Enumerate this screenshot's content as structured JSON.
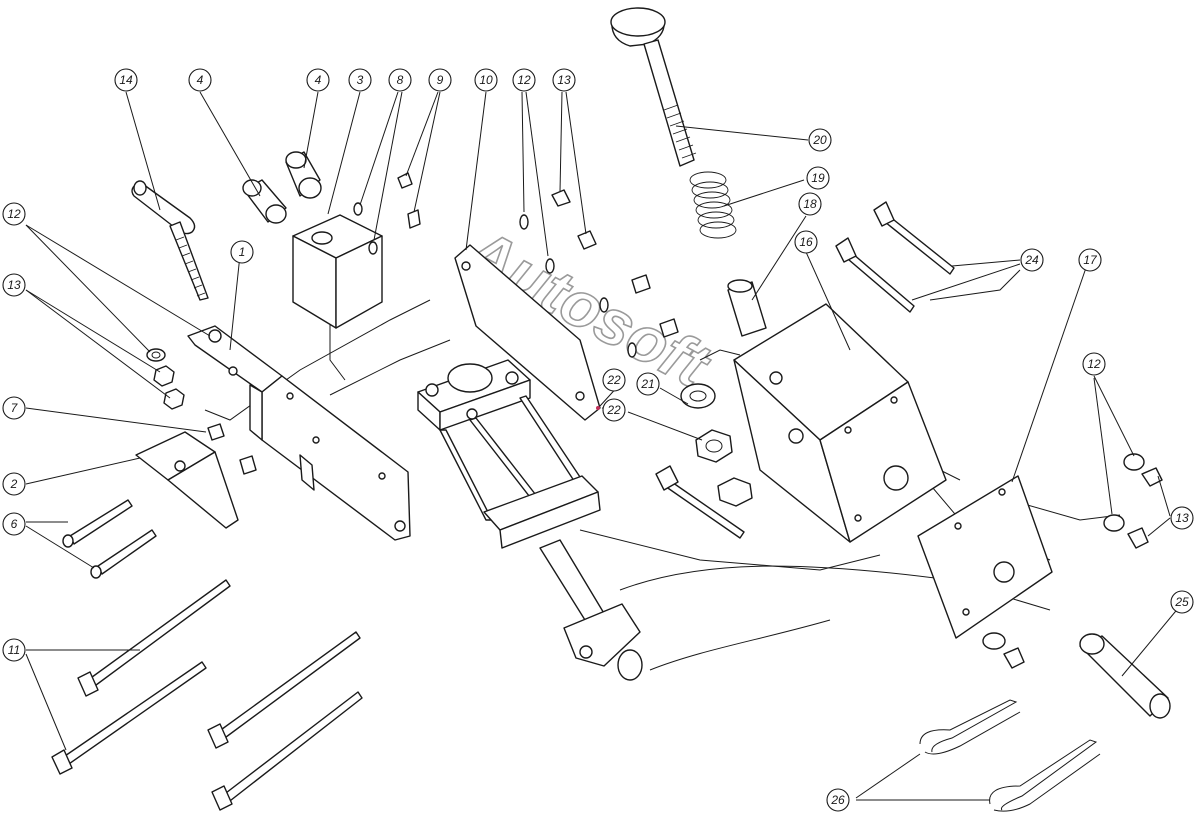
{
  "watermark": "Autosoft",
  "colors": {
    "line": "#1a1a1a",
    "background": "#ffffff",
    "watermark": "#9a9a9a",
    "accent": "#c0305a"
  },
  "callouts": [
    {
      "id": "c14",
      "label": "14"
    },
    {
      "id": "c4a",
      "label": "4"
    },
    {
      "id": "c4b",
      "label": "4"
    },
    {
      "id": "c3",
      "label": "3"
    },
    {
      "id": "c8",
      "label": "8"
    },
    {
      "id": "c9",
      "label": "9"
    },
    {
      "id": "c10",
      "label": "10"
    },
    {
      "id": "c12a",
      "label": "12"
    },
    {
      "id": "c13a",
      "label": "13"
    },
    {
      "id": "c20",
      "label": "20"
    },
    {
      "id": "c19",
      "label": "19"
    },
    {
      "id": "c18",
      "label": "18"
    },
    {
      "id": "c16",
      "label": "16"
    },
    {
      "id": "c24",
      "label": "24"
    },
    {
      "id": "c17",
      "label": "17"
    },
    {
      "id": "c12b",
      "label": "12"
    },
    {
      "id": "c13b",
      "label": "13"
    },
    {
      "id": "c1",
      "label": "1"
    },
    {
      "id": "c7",
      "label": "7"
    },
    {
      "id": "c2",
      "label": "2"
    },
    {
      "id": "c6",
      "label": "6"
    },
    {
      "id": "c11",
      "label": "11"
    },
    {
      "id": "c22a",
      "label": "22"
    },
    {
      "id": "c22b",
      "label": "22"
    },
    {
      "id": "c21",
      "label": "21"
    },
    {
      "id": "c12c",
      "label": "12"
    },
    {
      "id": "c13c",
      "label": "13"
    },
    {
      "id": "c25",
      "label": "25"
    },
    {
      "id": "c26",
      "label": "26"
    }
  ]
}
